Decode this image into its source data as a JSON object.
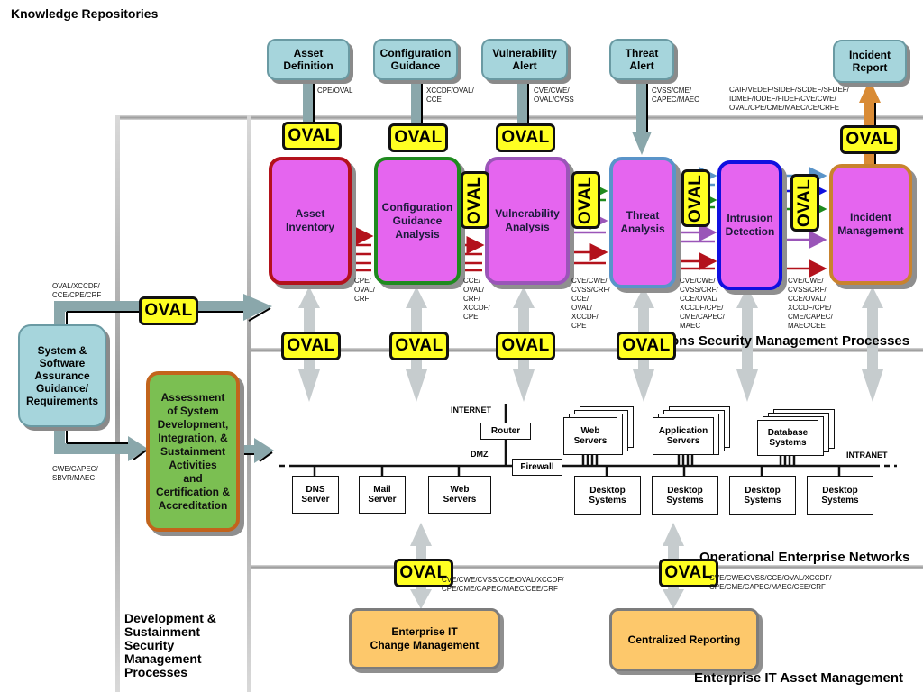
{
  "title": "Knowledge Repositories",
  "knowledge_sources": [
    {
      "id": "asset-definition",
      "label": "Asset\nDefinition",
      "standards": "CPE/OVAL"
    },
    {
      "id": "configuration-guidance",
      "label": "Configuration\nGuidance",
      "standards": "XCCDF/OVAL/\nCCE"
    },
    {
      "id": "vulnerability-alert",
      "label": "Vulnerability\nAlert",
      "standards": "CVE/CWE/\nOVAL/CVSS"
    },
    {
      "id": "threat-alert",
      "label": "Threat\nAlert",
      "standards": "CVSS/CME/\nCAPEC/MAEC"
    },
    {
      "id": "incident-report",
      "label": "Incident\nReport",
      "standards": "CAIF/VEDEF/SIDEF/SCDEF/SFDEF/\nIDMEF/IODEF/FIDEF/CVE/CWE/\nOVAL/CPE/CME/MAEC/CE/CRFE"
    }
  ],
  "processes": [
    {
      "id": "asset-inventory",
      "label": "Asset\nInventory",
      "border": "#b3121c",
      "output": "CPE/\nOVAL/\nCRF"
    },
    {
      "id": "configuration-guidance-analysis",
      "label": "Configuration\nGuidance\nAnalysis",
      "border": "#1f8a1f",
      "output": "CCE/\nOVAL/\nCRF/\nXCCDF/\nCPE"
    },
    {
      "id": "vulnerability-analysis",
      "label": "Vulnerability\nAnalysis",
      "border": "#9a55b8",
      "output": "CVE/CWE/\nCVSS/CRF/\nCCE/\nOVAL/\nXCCDF/\nCPE"
    },
    {
      "id": "threat-analysis",
      "label": "Threat\nAnalysis",
      "border": "#5a94c9",
      "output": "CVE/CWE/\nCVSS/CRF/\nCCE/OVAL/\nXCCDF/CPE/\nCME/CAPEC/\nMAEC"
    },
    {
      "id": "intrusion-detection",
      "label": "Intrusion\nDetection",
      "border": "#1010e0",
      "output": "CVE/CWE/\nCVSS/CRF/\nCCE/OVAL/\nXCCDF/CPE/\nCME/CAPEC/\nMAEC/CEE"
    },
    {
      "id": "incident-management",
      "label": "Incident\nManagement",
      "border": "#c9832e",
      "output": ""
    }
  ],
  "oval_badge": "OVAL",
  "left": {
    "guidance_box": "System &\nSoftware\nAssurance\nGuidance/\nRequirements",
    "top_standards": "OVAL/XCCDF/\nCCE/CPE/CRF",
    "bottom_standards": "CWE/CAPEC/\nSBVR/MAEC",
    "assessment_box": "Assessment\nof System\nDevelopment,\nIntegration, &\nSustainment\nActivities\nand\nCertification &\nAccreditation"
  },
  "sections": {
    "operations": "Operations Security Management Processes",
    "operations_visible": "ons Security Management Processes",
    "networks": "Operational Enterprise Networks",
    "development": "Development &\nSustainment\nSecurity\nManagement\nProcesses",
    "asset_mgmt": "Enterprise IT Asset Management"
  },
  "network": {
    "internet": "INTERNET",
    "router": "Router",
    "dmz": "DMZ",
    "firewall": "Firewall",
    "intranet": "INTRANET",
    "dmz_nodes": [
      "DNS\nServer",
      "Mail\nServer",
      "Web\nServers"
    ],
    "server_stacks": [
      "Web\nServers",
      "Application\nServers",
      "Database\nSystems"
    ],
    "desktops": [
      "Desktop\nSystems",
      "Desktop\nSystems",
      "Desktop\nSystems",
      "Desktop\nSystems"
    ]
  },
  "asset_management": {
    "change_mgmt": "Enterprise IT\nChange Management",
    "reporting": "Centralized Reporting",
    "change_standards": "CVE/CWE/CVSS/CCE/OVAL/XCCDF/\nCPE/CME/CAPEC/MAEC/CEE/CRF",
    "reporting_standards": "CVE/CWE/CVSS/CCE/OVAL/XCCDF/\nCPE/CME/CAPEC/MAEC/CEE/CRF"
  }
}
